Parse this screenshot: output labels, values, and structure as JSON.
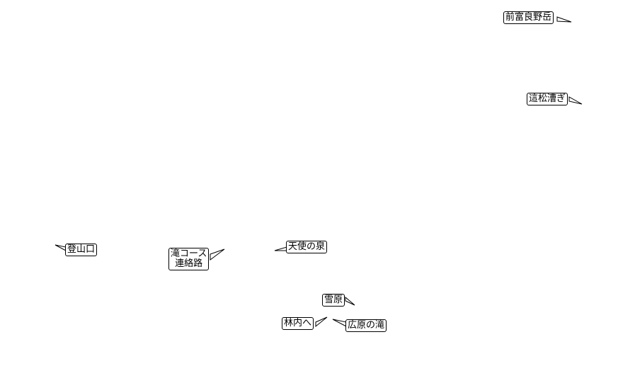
{
  "map": {
    "labels": [
      {
        "id": "maetomi",
        "text": "前富良野岳"
      },
      {
        "id": "matsu",
        "text": "這松漕ぎ"
      },
      {
        "id": "tozanguchi",
        "text": "登山口"
      },
      {
        "id": "taki-course",
        "lines": [
          "滝コース",
          "連絡路"
        ]
      },
      {
        "id": "tenshi",
        "text": "天使の泉"
      },
      {
        "id": "setsugen",
        "text": "雪原"
      },
      {
        "id": "rinnai",
        "text": "林内へ"
      },
      {
        "id": "kohara",
        "text": "広原の滝"
      }
    ]
  }
}
